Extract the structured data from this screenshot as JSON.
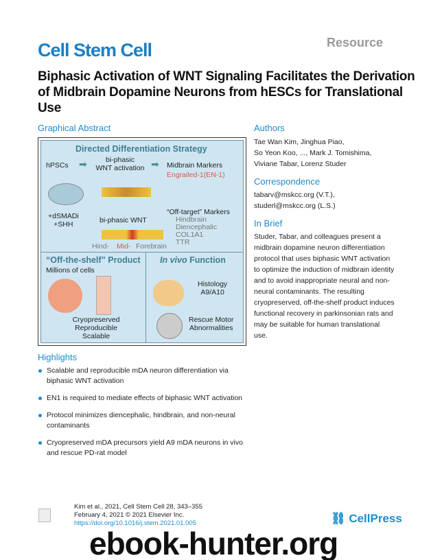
{
  "header": {
    "journal": "Cell Stem Cell",
    "article_type": "Resource"
  },
  "title": "Biphasic Activation of WNT Signaling Facilitates the Derivation of Midbrain Dopamine Neurons from hESCs for Translational Use",
  "graphical_abstract": {
    "label": "Graphical Abstract",
    "top": {
      "title": "Directed Differentiation Strategy",
      "hpscs": "hPSCs",
      "wnt1": "bi-phasic",
      "wnt2": "WNT activation",
      "midbrain": "Midbrain Markers",
      "en1": "Engrailed-1(EN-1)",
      "biphasic": "bi-phasic WNT",
      "dsmadi": "+dSMADi",
      "shh": "+SHH",
      "hind": "Hind-",
      "mid": "Mid-",
      "fore": "Forebrain",
      "offtarget": "“Off-target” Markers",
      "markers": [
        "Hindbrain",
        "Diencephalic",
        "COL1A1",
        "TTR"
      ]
    },
    "left": {
      "title": "“Off-the-shelf” Product",
      "millions": "Millions of cells",
      "props": [
        "Cryopreserved",
        "Reproducible",
        "Scalable"
      ]
    },
    "right": {
      "title_italic": "In vivo",
      "title_rest": " Function",
      "histology": "Histology",
      "a9": "A9/A10",
      "rescue1": "Rescue Motor",
      "rescue2": "Abnormalities"
    }
  },
  "authors": {
    "label": "Authors",
    "lines": [
      "Tae Wan Kim, Jinghua Piao,",
      "So Yeon Koo, ..., Mark J. Tomishima,",
      "Viviane Tabar, Lorenz Studer"
    ]
  },
  "correspondence": {
    "label": "Correspondence",
    "lines": [
      "tabarv@mskcc.org (V.T.),",
      "studerl@mskcc.org (L.S.)"
    ]
  },
  "in_brief": {
    "label": "In Brief",
    "text": "Studer, Tabar, and colleagues present a midbrain dopamine neuron differentiation protocol that uses biphasic WNT activation to optimize the induction of midbrain identity and to avoid inappropriate neural and non-neural contaminants. The resulting cryopreserved, off-the-shelf product induces functional recovery in parkinsonian rats and may be suitable for human translational use."
  },
  "highlights": {
    "label": "Highlights",
    "items": [
      "Scalable and reproducible mDA neuron differentiation via biphasic WNT activation",
      "EN1 is required to mediate effects of biphasic WNT activation",
      "Protocol minimizes diencephalic, hindbrain, and non-neural contaminants",
      "Cryopreserved mDA precursors yield A9 mDA neurons in vivo and rescue PD-rat model"
    ]
  },
  "footer": {
    "citation": "Kim et al., 2021, Cell Stem Cell 28, 343–355",
    "date": "February 4, 2021 © 2021 Elsevier Inc.",
    "doi": "https://doi.org/10.1016/j.stem.2021.01.005",
    "publisher": "CellPress"
  },
  "watermark": "ebook-hunter.org"
}
